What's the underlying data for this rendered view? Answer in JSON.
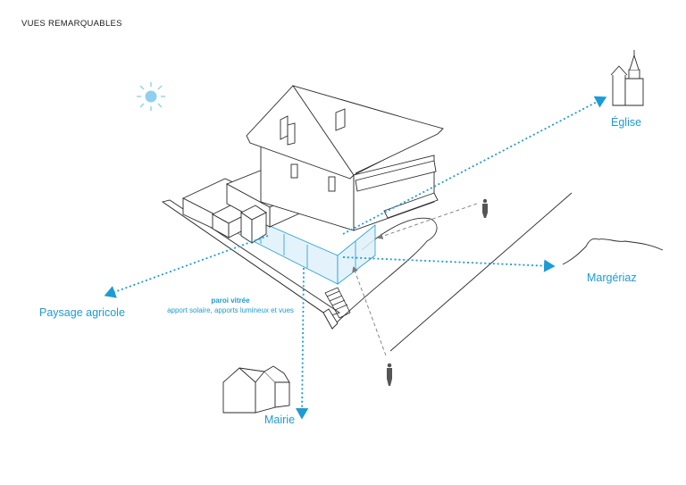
{
  "title": "VUES REMARQUABLES",
  "views": {
    "eglise": "Église",
    "margeriaz": "Margériaz",
    "paysage": "Paysage agricole",
    "mairie": "Mairie"
  },
  "glazing_note": {
    "heading": "paroi vitrée",
    "detail": "apport solaire, apports lumineux et vues"
  },
  "colors": {
    "accent": "#1d9bd4",
    "line": "#2a2a2a",
    "glass": "#dff1fa",
    "sun": "#8fd0f0"
  }
}
